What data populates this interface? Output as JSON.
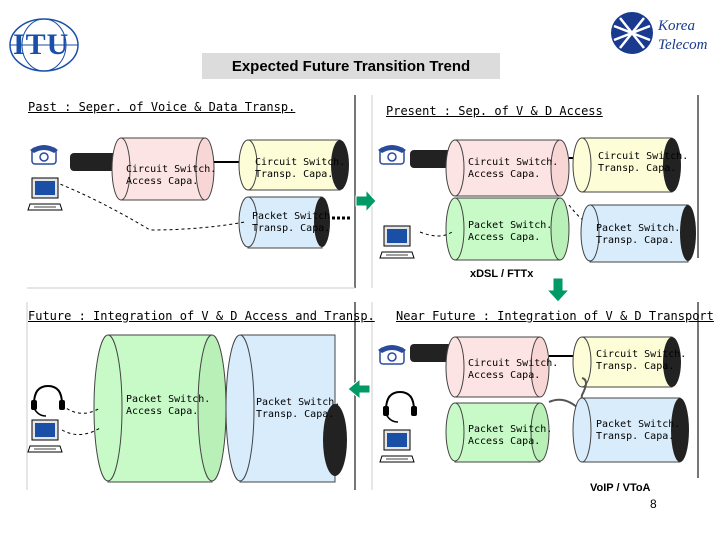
{
  "header": {
    "title": "Expected Future Transition Trend",
    "logo_left": "ITU",
    "logo_right_line1": "Korea",
    "logo_right_line2": "Telecom"
  },
  "panels": {
    "past": {
      "title": "Past : Seper. of Voice & Data Transp.",
      "access": "Circuit Switch.\nAccess Capa.",
      "transp_circuit": "Circuit Switch.\nTransp. Capa.",
      "transp_packet": "Packet Switch.\nTransp. Capa."
    },
    "present": {
      "title": "Present : Sep. of V & D Access",
      "access_circuit": "Circuit Switch.\nAccess Capa.",
      "transp_circuit": "Circuit Switch.\nTransp. Capa.",
      "access_packet": "Packet Switch.\nAccess Capa.",
      "transp_packet": "Packet Switch.\nTransp. Capa."
    },
    "future": {
      "title": "Future : Integration of V & D Access and Transp.",
      "access_packet": "Packet Switch.\nAccess Capa.",
      "transp_packet": "Packet Switch.\nTransp. Capa."
    },
    "near_future": {
      "title": "Near Future : Integration of V & D Transport",
      "access_circuit": "Circuit Switch.\nAccess Capa.",
      "transp_circuit": "Circuit Switch.\nTransp. Capa.",
      "access_packet": "Packet Switch.\nAccess Capa.",
      "transp_packet": "Packet Switch.\nTransp. Capa."
    }
  },
  "transitions": {
    "xdsl": "xDSL / FTTx",
    "voip": "VoIP / VToA"
  },
  "page_number": "8",
  "colors": {
    "pink": "#fde4e4",
    "yellow": "#fdfdd8",
    "green": "#c8fac8",
    "blue": "#d8ecfb",
    "arrow": "#009a66",
    "itu_blue": "#1a4fa8"
  }
}
